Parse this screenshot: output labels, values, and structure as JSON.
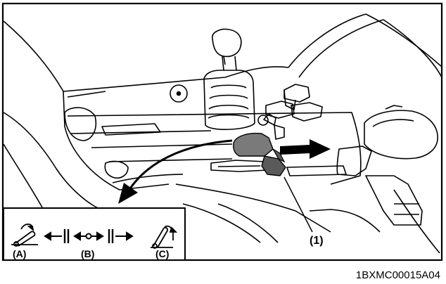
{
  "figure": {
    "callout_1": "(1)",
    "position_a": "(A)",
    "position_b": "(B)",
    "position_c": "(C)",
    "figure_code": "1BXMC00015A04"
  },
  "colors": {
    "line": "#000000",
    "lever_fill": "#7a7a7a",
    "lever_dark": "#5a5a5a",
    "background": "#ffffff"
  },
  "icons": [
    "lever-tilt-a-icon",
    "lever-tilt-c-icon",
    "neutral-detent-icon",
    "arrow-right-icon",
    "arrow-curved-icon"
  ]
}
